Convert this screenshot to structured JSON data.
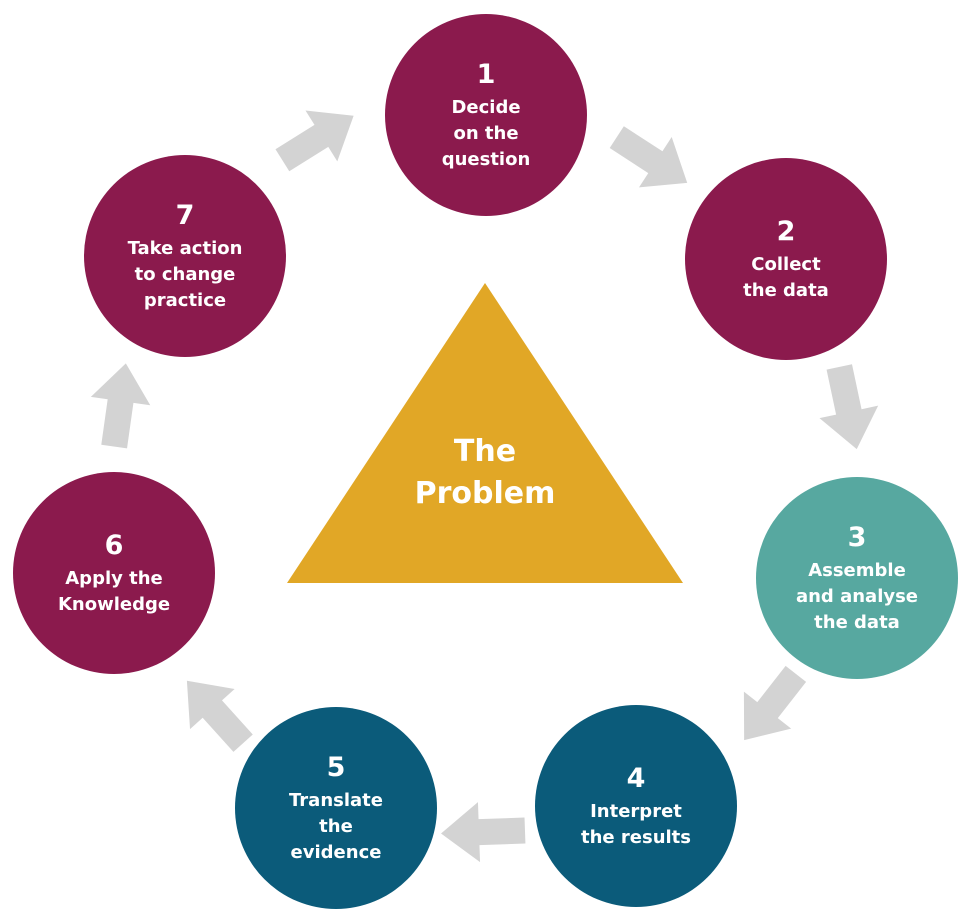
{
  "center": {
    "label_line1": "The",
    "label_line2": "Problem",
    "color": "#E1A726"
  },
  "arrow_color": "#D3D3D3",
  "steps": [
    {
      "number": "1",
      "lines": [
        "Decide",
        "on the",
        "question"
      ],
      "color": "#8B1A4D"
    },
    {
      "number": "2",
      "lines": [
        "Collect",
        "the data"
      ],
      "color": "#8B1A4D"
    },
    {
      "number": "3",
      "lines": [
        "Assemble",
        "and analyse",
        "the data"
      ],
      "color": "#57A8A0"
    },
    {
      "number": "4",
      "lines": [
        "Interpret",
        "the results"
      ],
      "color": "#0B5B7A"
    },
    {
      "number": "5",
      "lines": [
        "Translate",
        "the",
        "evidence"
      ],
      "color": "#0B5B7A"
    },
    {
      "number": "6",
      "lines": [
        "Apply the",
        "Knowledge"
      ],
      "color": "#8B1A4D"
    },
    {
      "number": "7",
      "lines": [
        "Take action",
        "to change",
        "practice"
      ],
      "color": "#8B1A4D"
    }
  ]
}
